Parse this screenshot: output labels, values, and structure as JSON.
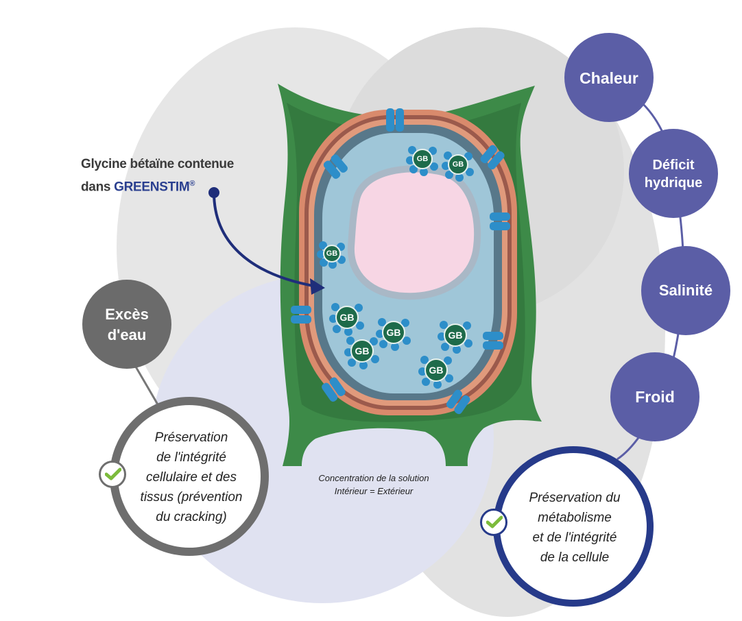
{
  "annotation": {
    "line1": "Glycine bétaïne contenue",
    "line2_prefix": "dans",
    "brand": "GREENSTIM",
    "reg": "®"
  },
  "molecule_label": "GB",
  "stress_factors": {
    "exces_line1": "Excès",
    "exces_line2": "d'eau",
    "chaleur": "Chaleur",
    "deficit_line1": "Déficit",
    "deficit_line2": "hydrique",
    "salinite": "Salinité",
    "froid": "Froid"
  },
  "benefits": {
    "left": [
      "Préservation",
      "de l'intégrité",
      "cellulaire et des",
      "tissus (prévention",
      "du cracking)"
    ],
    "right": [
      "Préservation du",
      "métabolisme",
      "et de l'intégrité",
      "de la cellule"
    ]
  },
  "caption": {
    "line1": "Concentration de la solution",
    "line2": "Intérieur = Extérieur"
  },
  "colors": {
    "cell_wall": "#3d8a48",
    "membrane": "#d98a6c",
    "cytoplasm": "#9fc6d8",
    "vacuole": "#f7d6e4",
    "stress_circle": "#5b5ea6",
    "exces_circle": "#6b6b6b",
    "benefit_border_right": "#263a8a",
    "benefit_border_left": "#6e6e6e",
    "check": "#7cbb3c",
    "brand": "#2a3f8f"
  }
}
